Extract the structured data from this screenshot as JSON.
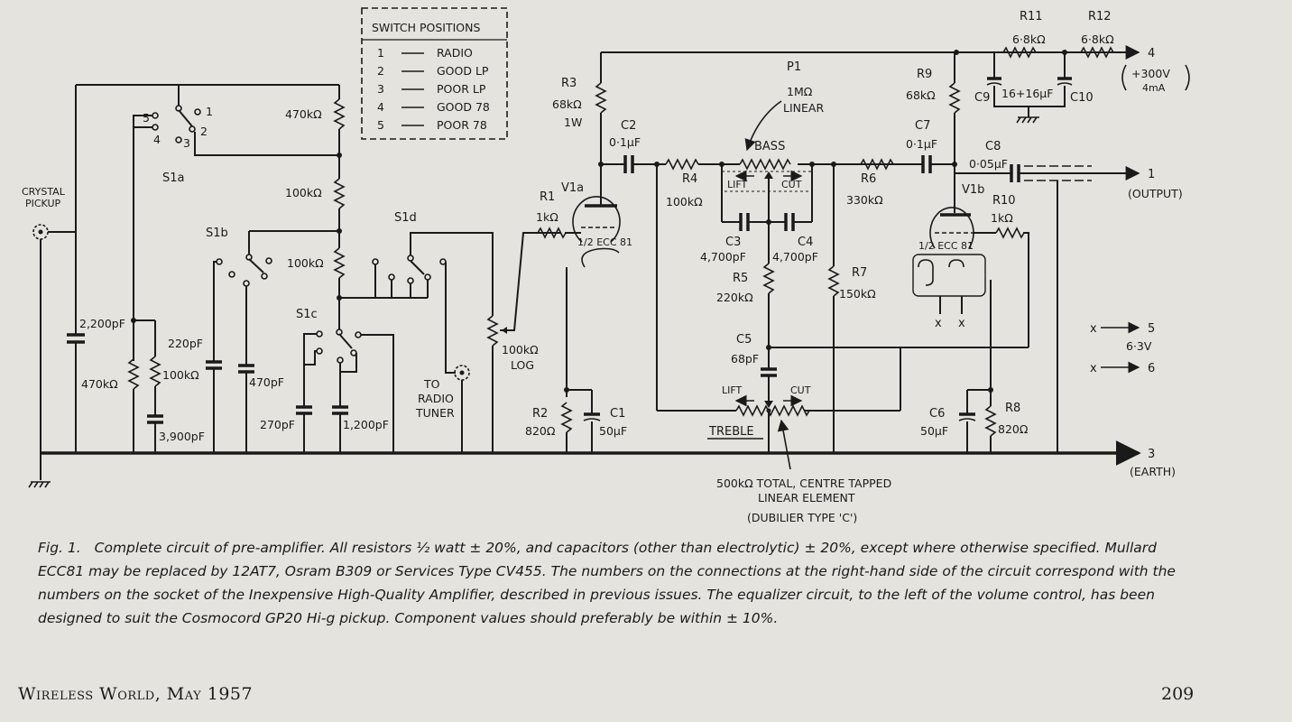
{
  "switch_table": {
    "title": "SWITCH POSITIONS",
    "rows": [
      {
        "num": "1",
        "label": "RADIO"
      },
      {
        "num": "2",
        "label": "GOOD LP"
      },
      {
        "num": "3",
        "label": "POOR LP"
      },
      {
        "num": "4",
        "label": "GOOD 78"
      },
      {
        "num": "5",
        "label": "POOR 78"
      }
    ]
  },
  "labels": {
    "crystal_pickup_1": "CRYSTAL",
    "crystal_pickup_2": "PICKUP",
    "s1a": "S1a",
    "s1b": "S1b",
    "s1c": "S1c",
    "s1d": "S1d",
    "sw_pos_1": "1",
    "sw_pos_2": "2",
    "sw_pos_3": "3",
    "sw_pos_4": "4",
    "sw_pos_5": "5",
    "r_470k_top": "470kΩ",
    "r_100k_a": "100kΩ",
    "r_100k_b": "100kΩ",
    "c_2200p": "2,200pF",
    "r_470k_left": "470kΩ",
    "c_220p": "220pF",
    "r_100k_c": "100kΩ",
    "c_3900p": "3,900pF",
    "c_470p": "470pF",
    "c_270p": "270pF",
    "c_1200p": "1,200pF",
    "to_radio_1": "TO",
    "to_radio_2": "RADIO",
    "to_radio_3": "TUNER",
    "vol_1": "100kΩ",
    "vol_2": "LOG",
    "r1_name": "R1",
    "r1_val": "1kΩ",
    "v1a": "V1a",
    "ecc81_a": "1/2 ECC 81",
    "r2_name": "R2",
    "r2_val": "820Ω",
    "c1_name": "C1",
    "c1_val": "50μF",
    "r3_name": "R3",
    "r3_val": "68kΩ",
    "r3_watt": "1W",
    "c2_name": "C2",
    "c2_val": "0·1μF",
    "r4_name": "R4",
    "r4_val": "100kΩ",
    "p1_name": "P1",
    "p1_val": "1MΩ",
    "p1_type": "LINEAR",
    "bass": "BASS",
    "lift_a": "LIFT",
    "cut_a": "CUT",
    "c3_name": "C3",
    "c3_val": "4,700pF",
    "c4_name": "C4",
    "c4_val": "4,700pF",
    "r5_name": "R5",
    "r5_val": "220kΩ",
    "c5_name": "C5",
    "c5_val": "68pF",
    "lift_b": "LIFT",
    "cut_b": "CUT",
    "treble": "TREBLE",
    "treble_note_1": "500kΩ TOTAL, CENTRE TAPPED",
    "treble_note_2": "LINEAR ELEMENT",
    "treble_note_3": "(DUBILIER TYPE 'C')",
    "r6_name": "R6",
    "r6_val": "330kΩ",
    "r7_name": "R7",
    "r7_val": "150kΩ",
    "r9_name": "R9",
    "r9_val": "68kΩ",
    "c7_name": "C7",
    "c7_val": "0·1μF",
    "c8_name": "C8",
    "c8_val": "0·05μF",
    "v1b": "V1b",
    "ecc81_b": "1/2 ECC 81",
    "r10_name": "R10",
    "r10_val": "1kΩ",
    "c6_name": "C6",
    "c6_val": "50μF",
    "r8_name": "R8",
    "r8_val": "820Ω",
    "r11_name": "R11",
    "r11_val": "6·8kΩ",
    "r12_name": "R12",
    "r12_val": "6·8kΩ",
    "c9_name": "C9",
    "c9c10_val": "16+16μF",
    "c10_name": "C10",
    "term_4": "4",
    "term_4_note_1": "+300V",
    "term_4_note_2": "4mA",
    "term_1": "1",
    "term_1_note": "(OUTPUT)",
    "term_5": "5",
    "term_6": "6",
    "heater_v": "6·3V",
    "term_3": "3",
    "term_3_note": "(EARTH)",
    "x_mark": "x"
  },
  "caption": {
    "fig": "Fig. 1.",
    "text": "Complete circuit of pre-amplifier. All resistors ½ watt ± 20%, and capacitors (other than electrolytic) ± 20%, except where otherwise specified. Mullard ECC81 may be replaced by 12AT7, Osram B309 or Services Type CV455. The numbers on the connections at the right-hand side of the circuit correspond with the numbers on the socket of the Inexpensive High-Quality Amplifier, described in previous issues. The equalizer circuit, to the left of the volume control, has been designed to suit the Cosmocord GP20 Hi-g pickup. Component values should preferably be within ± 10%."
  },
  "footer": {
    "left": "Wireless World, May 1957",
    "right": "209"
  }
}
